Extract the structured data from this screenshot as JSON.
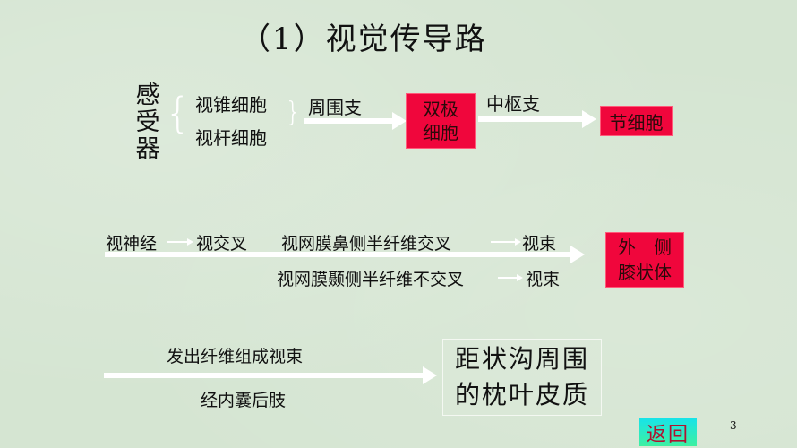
{
  "slide": {
    "title": "（1）视觉传导路",
    "page_number": "3",
    "back_button": "返回"
  },
  "row1": {
    "receptor_label": "感受器",
    "cells": [
      "视锥细胞",
      "视杆细胞"
    ],
    "peripheral_branch": "周围支",
    "bipolar_line1": "双极",
    "bipolar_line2": "细胞",
    "central_branch": "中枢支",
    "ganglion": "节细胞"
  },
  "row2": {
    "optic_nerve": "视神经",
    "chiasm": "视交叉",
    "nasal_half": "视网膜鼻侧半纤维交叉",
    "tract_1": "视束",
    "temporal_half": "视网膜颞侧半纤维不交叉",
    "tract_2": "视束",
    "lgn_line1": "外　侧",
    "lgn_line2": "膝状体"
  },
  "row3": {
    "label_above": "发出纤维组成视束",
    "label_below": "经内囊后肢",
    "cortex_line1": "距状沟周围",
    "cortex_line2": "的枕叶皮质"
  },
  "colors": {
    "background": "#d5e5d2",
    "highlight_box": "#f0063c",
    "arrow": "#ffffff",
    "back_button_text": "#b01230"
  }
}
